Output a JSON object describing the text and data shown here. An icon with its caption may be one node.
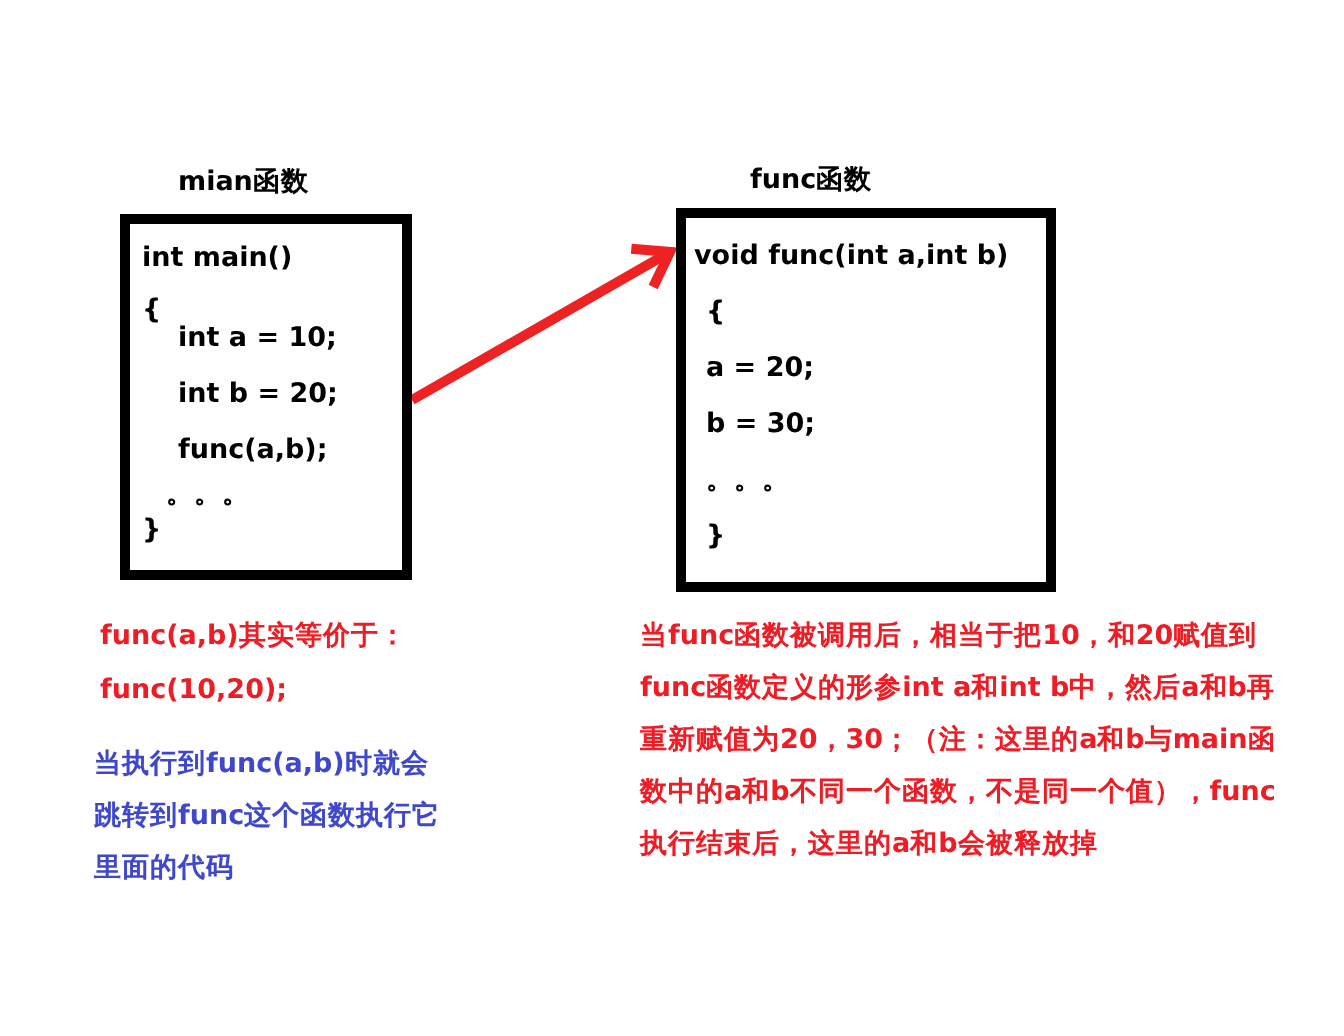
{
  "diagram": {
    "nodes": [
      {
        "text": [
          "mian函数",
          "int main()",
          "{",
          "int a = 10;",
          "int b = 20;",
          "func(a,b);",
          "。。。",
          "}"
        ]
      },
      {
        "text": [
          "func函数",
          "void func(int a,int b)",
          "{",
          "a = 20;",
          "b = 30;",
          "。。。",
          "}"
        ]
      }
    ],
    "edges": [
      {
        "from": 0,
        "to": 1,
        "arrow": "to",
        "color": "#ee2222"
      }
    ],
    "labels": [
      "func(a,b)其实等价于：",
      "func(10,20);",
      "当执行到func(a,b)时就会跳转到func这个函数执行它里面的代码",
      "当func函数被调用后，相当于把10，和20赋值到func函数定义的形参int a和int b中，然后a和b再重新赋值为20，30；（注：这里的a和b与main函数中的a和b不同一个函数，不是同一个值），func执行结束后，这里的a和b会被释放掉"
    ]
  }
}
